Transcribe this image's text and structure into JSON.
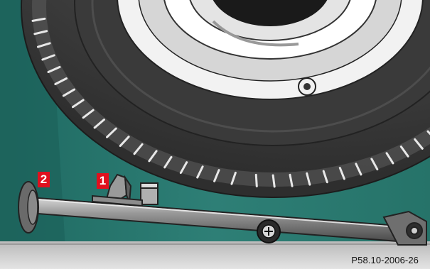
{
  "callouts": {
    "one": "1",
    "two": "2"
  },
  "figure_ref": "P58.10-2006-26",
  "colors": {
    "body_panel": "#2e7f76",
    "body_panel_dark": "#1f6a62",
    "tire": "#3f3f3f",
    "tire_tread": "#555555",
    "rim": "#e6e6e6",
    "rail": "#7b7b7b",
    "callout": "#e0101e"
  }
}
